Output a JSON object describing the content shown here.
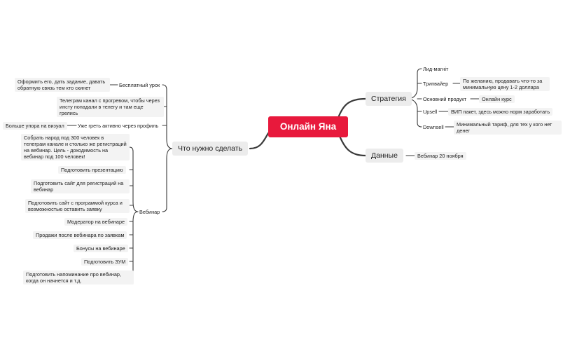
{
  "central": "Онлайн Яна",
  "right": {
    "strategy": {
      "label": "Стратегия",
      "items": [
        {
          "label": "Лид-магніт"
        },
        {
          "label": "Трипвайер",
          "detail": "По желанию, продавать что-то за минимальную цену 1-2 доллара"
        },
        {
          "label": "Основний продукт",
          "detail": "Онлайн курс"
        },
        {
          "label": "Upsell",
          "detail": "ВИП пакет, здесь можно норм заработать"
        },
        {
          "label": "Downsell",
          "detail": "Минимальный тариф, для тех у кого нет денег"
        }
      ]
    },
    "data": {
      "label": "Данные",
      "items": [
        {
          "label": "Вебинар 20 ноября"
        }
      ]
    }
  },
  "left": {
    "todo": {
      "label": "Что нужно сделать",
      "items": [
        {
          "label": "Бесплатный урок",
          "detail": "Оформить его, дать задание, давать обратную связь тем кто скинет"
        },
        {
          "label": "Телеграм канал с прогревом, чтобы через инсту попадали в телегу и там еще грелись"
        },
        {
          "label": "Уже греть активно через профиль",
          "detail": "Больше упора на визуал"
        },
        {
          "label": "Вебинар",
          "children": [
            "Собрать народ под 300 человек в телеграм канале и столько же регистраций на вебинар. Цель - доходимость на вебинар под 100 человек!",
            "Подготовить презентацию",
            "Подготовить сайт для регистраций на вебинар",
            "Подготовить сайт с программой курса и возможностью оставить заявку",
            "Модератор на вебинаре",
            "Продажи после вебинара по заявкам",
            "Бонусы на вебинаре",
            "Подготовить ЗУМ",
            "Подготовить напоминание про вебинар, когда он начнется и т.д."
          ]
        }
      ]
    }
  },
  "colors": {
    "central_bg": "#e8193c",
    "central_text": "#ffffff",
    "line": "#3a3a3a",
    "node_bg": "#f3f3f3"
  }
}
